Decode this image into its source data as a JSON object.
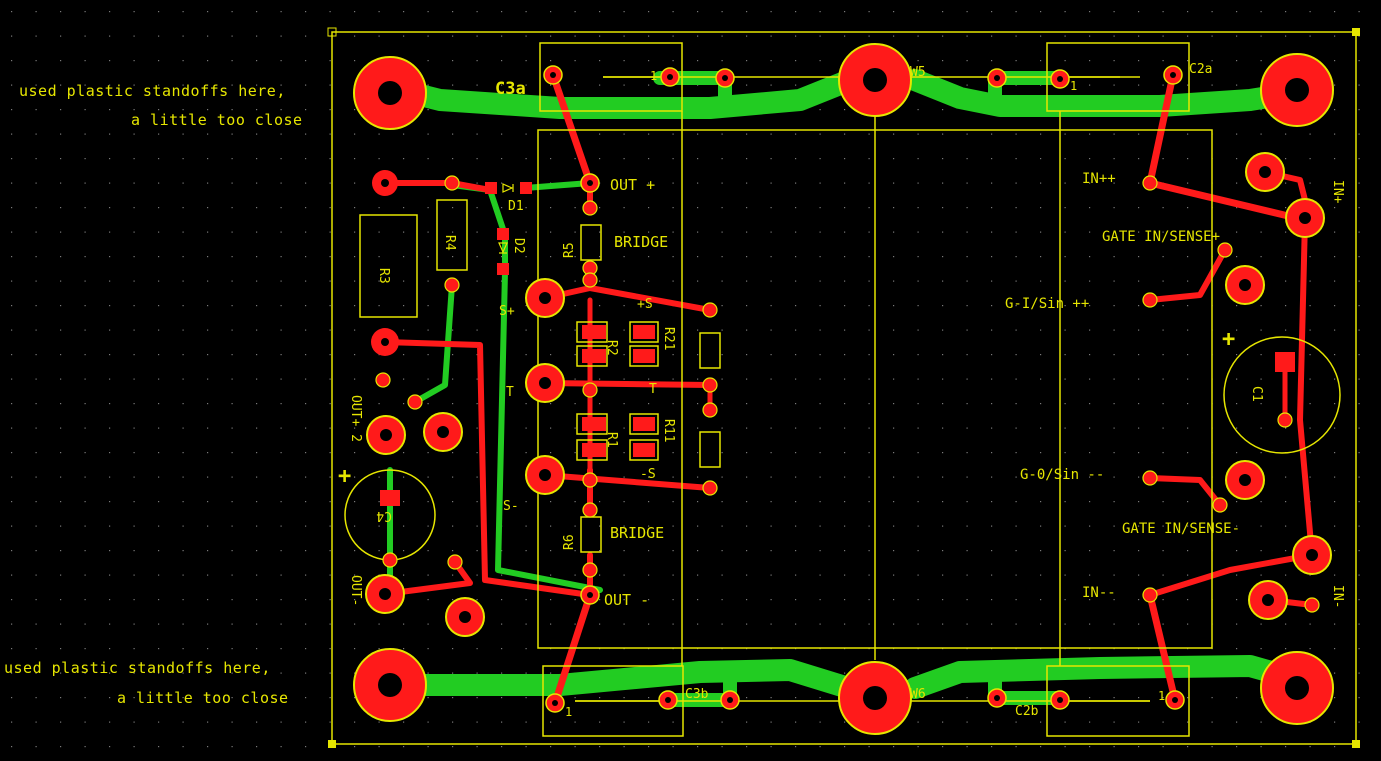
{
  "notes": {
    "top_line1": "used plastic standoffs here,",
    "top_line2": "a little too close",
    "bottom_line1": "used plastic standoffs here,",
    "bottom_line2": "a little too close"
  },
  "labels": {
    "c3a": "C3a",
    "c3b": "C3b",
    "c2a": "C2a",
    "c2b": "C2b",
    "w5": "W5",
    "w6": "W6",
    "d1": "D1",
    "d2": "D2",
    "r3": "R3",
    "r4": "R4",
    "r5": "R5",
    "r6": "R6",
    "r2": "R2",
    "r21": "R21",
    "r1": "R1",
    "r11": "R11",
    "c1": "C1",
    "c4": "C4",
    "out_plus": "OUT +",
    "out_minus": "OUT -",
    "bridge_top": "BRIDGE",
    "bridge_bottom": "BRIDGE",
    "s_plus_left": "S+",
    "t_left": "T",
    "s_minus_left": "S-",
    "plus_s": "+S",
    "t_mid": "T",
    "minus_s": "-S",
    "in_pp": "IN++",
    "in_mm": "IN--",
    "gate_sense_plus": "GATE IN/SENSE+",
    "gate_sense_minus": "GATE IN/SENSE-",
    "gi_sin": "G-I/Sin ++",
    "go_sin": "G-0/Sin --",
    "in_plus": "IN+",
    "in_minus": "IN-",
    "out2_plus": "OUT+ 2",
    "out2_minus": "OUT-",
    "pin1_tl": "1",
    "pin1_tr": "1",
    "pin1_bl": "1",
    "pin1_br": "1",
    "plus_c1": "+",
    "plus_c4": "+"
  },
  "colors": {
    "background": "#000000",
    "silkscreen": "#e6e600",
    "top_copper": "#ff1a1a",
    "bottom_copper": "#22cc22",
    "grid": "#8a8a8a"
  }
}
